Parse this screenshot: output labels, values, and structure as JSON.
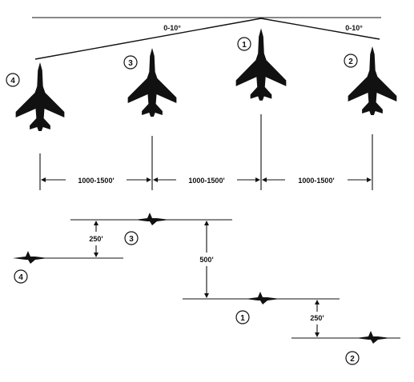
{
  "top_view": {
    "angle_left": "0-10°",
    "angle_right": "0-10°",
    "spacing_labels": [
      "1000-1500'",
      "1000-1500'",
      "1000-1500'"
    ]
  },
  "aircraft": [
    {
      "number": "4"
    },
    {
      "number": "3"
    },
    {
      "number": "1"
    },
    {
      "number": "2"
    }
  ],
  "side_view": {
    "step_4_to_3": "250'",
    "step_3_to_1": "500'",
    "step_1_to_2": "250'"
  },
  "colors": {
    "ink": "#111111",
    "background": "#ffffff"
  }
}
